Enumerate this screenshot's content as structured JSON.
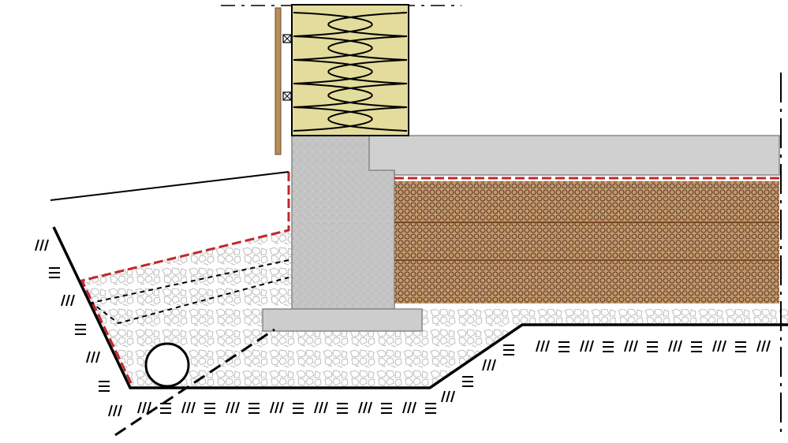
{
  "diagram": {
    "components": [
      "wall-insulation",
      "wood-siding-board",
      "foundation-wall",
      "footing",
      "floor-slab",
      "under-slab-insulation",
      "gravel-fill",
      "drain-pipe",
      "vapor-barrier",
      "undisturbed-soil"
    ]
  },
  "colors": {
    "insulation": "#e3dc9c",
    "siding": "#b88d5c",
    "concrete": "#c9c9c9",
    "concrete_dark": "#b8b8b8",
    "slab": "#d0d0d0",
    "foam": "#7a4a2c",
    "gravel": "#ffffff",
    "barrier": "#c0272d",
    "line": "#000000"
  }
}
